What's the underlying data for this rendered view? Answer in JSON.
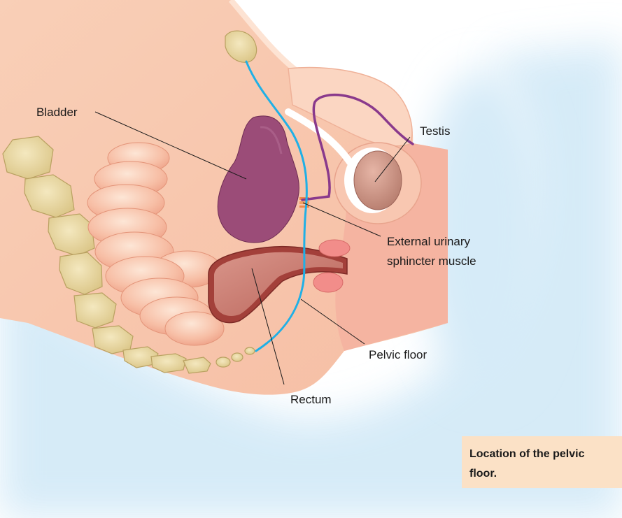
{
  "labels": {
    "bladder": "Bladder",
    "testis": "Testis",
    "sphincter_line1": "External urinary",
    "sphincter_line2": "sphincter muscle",
    "pelvic_floor": "Pelvic floor",
    "rectum": "Rectum"
  },
  "caption": {
    "line1": "Location of the pelvic",
    "line2": "floor."
  },
  "colors": {
    "pelvic_floor_line": "#1fb0e6",
    "urethra_line": "#8a3a8c",
    "bladder": "#9b4c78",
    "caption_bg": "#fbe1c6"
  }
}
